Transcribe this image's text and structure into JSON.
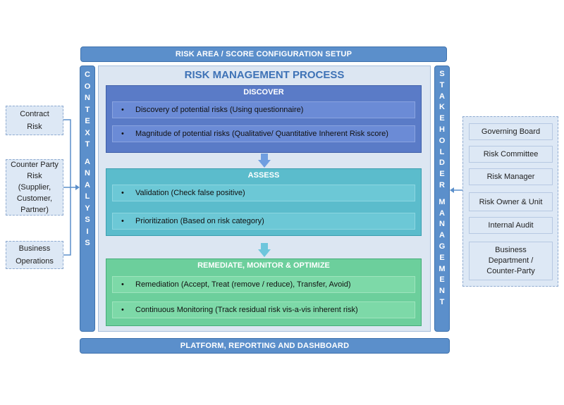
{
  "top_bar": "RISK AREA / SCORE CONFIGURATION SETUP",
  "bottom_bar": "PLATFORM, REPORTING AND DASHBOARD",
  "left_vertical": {
    "word1": [
      "C",
      "O",
      "N",
      "T",
      "E",
      "X",
      "T"
    ],
    "word2": [
      "A",
      "N",
      "A",
      "L",
      "Y",
      "S",
      "I",
      "S"
    ]
  },
  "right_vertical": {
    "word1": [
      "S",
      "T",
      "A",
      "K",
      "E",
      "H",
      "O",
      "L",
      "D",
      "E",
      "R"
    ],
    "word2": [
      "M",
      "A",
      "N",
      "A",
      "G",
      "E",
      "M",
      "E",
      "N",
      "T"
    ]
  },
  "main_title": "RISK MANAGEMENT PROCESS",
  "sections": {
    "discover": {
      "title": "DISCOVER",
      "items": [
        "Discovery of potential risks (Using questionnaire)",
        "Magnitude of potential risks (Qualitative/ Quantitative Inherent Risk score)"
      ]
    },
    "assess": {
      "title": "ASSESS",
      "items": [
        "Validation (Check false positive)",
        "Prioritization (Based on risk category)"
      ]
    },
    "remediate": {
      "title": "REMEDIATE, MONITOR & OPTIMIZE",
      "items": [
        "Remediation (Accept, Treat (remove / reduce), Transfer, Avoid)",
        "Continuous Monitoring (Track residual risk vis-a-vis inherent risk)"
      ]
    }
  },
  "left_boxes": [
    [
      "Contract",
      "Risk"
    ],
    [
      "Counter Party",
      "Risk",
      "(Supplier,",
      "Customer,",
      "Partner)"
    ],
    [
      "Business",
      "Operations"
    ]
  ],
  "right_boxes": [
    [
      "Governing Board"
    ],
    [
      "Risk Committee"
    ],
    [
      "Risk Manager"
    ],
    [
      "Risk Owner & Unit"
    ],
    [
      "Internal Audit"
    ],
    [
      "Business",
      "Department /",
      "Counter-Party"
    ]
  ],
  "bullet": "•",
  "colors": {
    "frame_blue": "#5b8fcb",
    "title_blue": "#3e72b6",
    "discover": "#5a7bc7",
    "assess": "#5bbccc",
    "remediate": "#6ccf9c",
    "flow_arrow_1": "#6f9ee0",
    "flow_arrow_2": "#6ec6dc"
  }
}
